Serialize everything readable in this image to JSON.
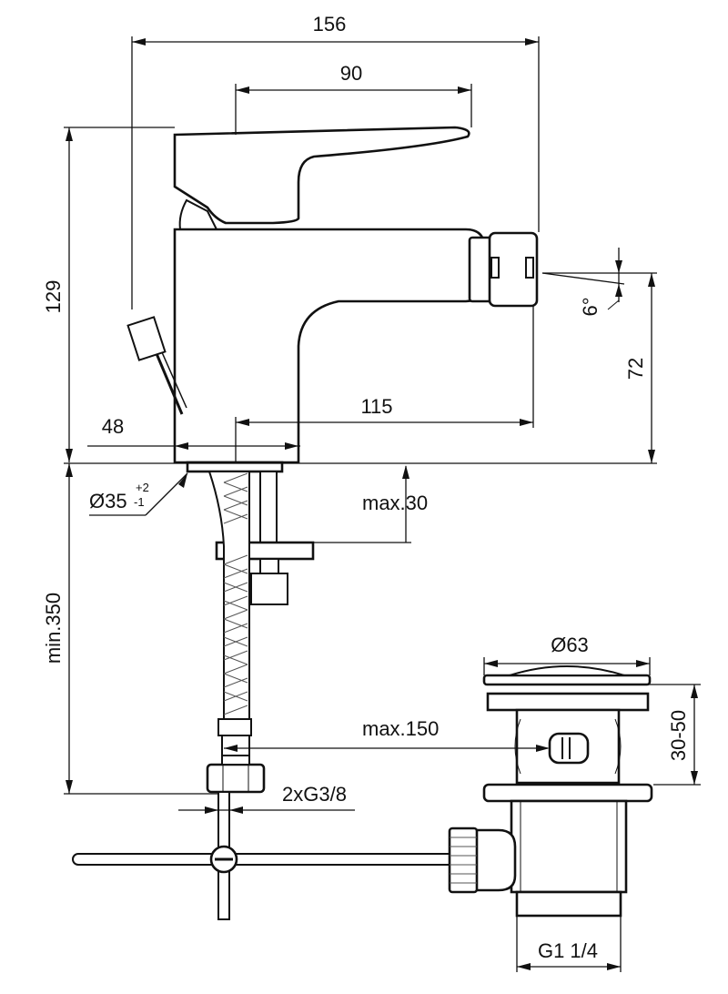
{
  "dimensions": {
    "overall_width": "156",
    "lever_width": "90",
    "height": "129",
    "spout_height": "72",
    "angle": "6°",
    "spout_reach": "115",
    "offset": "48",
    "hole_diameter": "Ø35",
    "hole_tolerance_upper": "+2",
    "hole_tolerance_lower": "-1",
    "deck_thickness": "max.30",
    "hose_length": "min.350",
    "waste_diameter": "Ø63",
    "waste_range": "30-50",
    "rod_length": "max.150",
    "connection": "2xG3/8",
    "waste_thread": "G1 1/4"
  }
}
